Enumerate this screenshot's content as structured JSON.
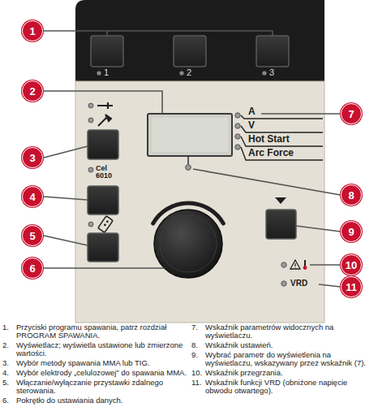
{
  "diagram": {
    "nodes": [
      {
        "text": [
          "1"
        ]
      },
      {
        "text": [
          "2"
        ]
      },
      {
        "text": [
          "3"
        ]
      },
      {
        "text": [
          "4"
        ]
      },
      {
        "text": [
          "5"
        ]
      },
      {
        "text": [
          "6"
        ]
      },
      {
        "text": [
          "7"
        ]
      },
      {
        "text": [
          "8"
        ]
      },
      {
        "text": [
          "9"
        ]
      },
      {
        "text": [
          "10"
        ]
      },
      {
        "text": [
          "11"
        ]
      }
    ],
    "labels": [
      "1",
      "2",
      "3",
      "A",
      "V",
      "Hot Start",
      "Arc Force",
      "Cel 6010",
      "VRD",
      "1.",
      "Przyciski programu spawania, patrz rozdział PROGRAM SPAWANIA.",
      "2.",
      "Wyświetlacz; wyświetla ustawione lub zmierzone wartości.",
      "3.",
      "Wybór metody spawania MMA lub TIG.",
      "4.",
      "Wybór elektrody „celulozowej” do spawania MMA.",
      "5.",
      "Włączanie/wyłączanie przystawki zdalnego sterowania.",
      "6.",
      "Pokrętło do ustawiania danych.",
      "7.",
      "Wskaźnik parametrów widocznych na wyświetlaczu.",
      "8.",
      "Wskaźnik ustawień.",
      "9.",
      "Wybrać parametr do wyświetlenia na wyświetlaczu, wskazywany przez wskaźnik (7).",
      "10.",
      "Wskaźnik przegrzania.",
      "11.",
      "Wskaźnik funkcji VRD (obniżone napięcie obwodu otwartego)."
    ]
  }
}
